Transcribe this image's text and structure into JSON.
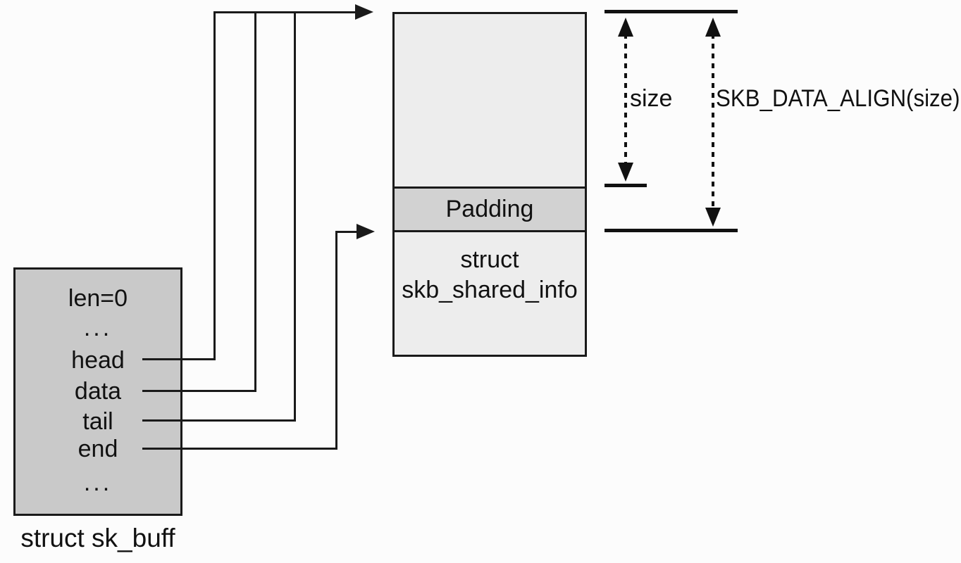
{
  "diagram": {
    "skbuff": {
      "caption": "struct sk_buff",
      "fields": {
        "len": "len=0",
        "dots_top": "...",
        "head": "head",
        "data": "data",
        "tail": "tail",
        "end": "end",
        "dots_bottom": "..."
      }
    },
    "buffer": {
      "padding_label": "Padding",
      "shared_info_line1": "struct",
      "shared_info_line2": "skb_shared_info"
    },
    "measurements": {
      "size_label": "size",
      "align_label": "SKB_DATA_ALIGN(size)"
    },
    "colors": {
      "skbuff_fill": "#c9c9c9",
      "buffer_fill": "#ededed",
      "padding_fill": "#d2d2d2",
      "line": "#1a1a1a",
      "background": "#fcfcfc"
    }
  }
}
